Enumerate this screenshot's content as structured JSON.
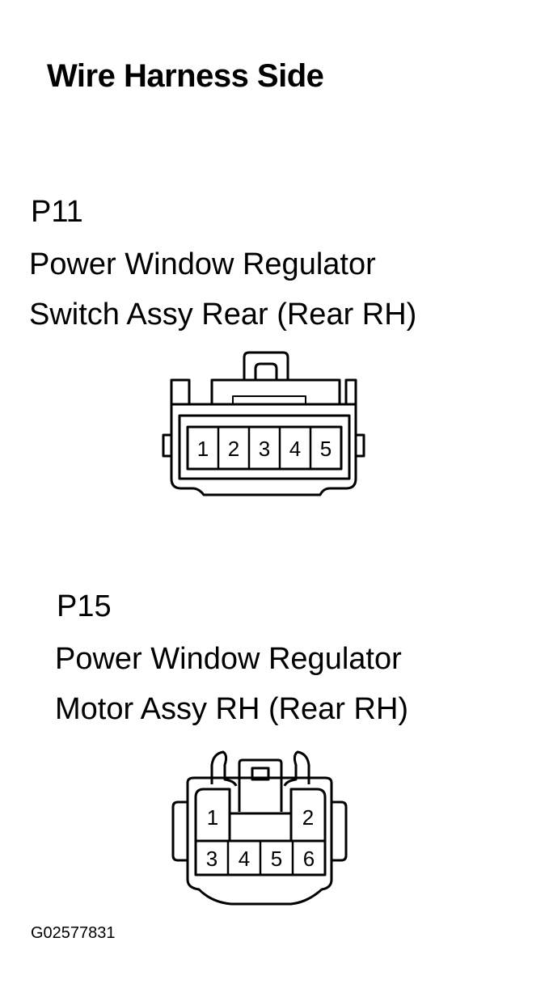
{
  "title": "Wire Harness Side",
  "connectors": [
    {
      "code": "P11",
      "name_line1": "Power Window Regulator",
      "name_line2": "Switch Assy Rear (Rear RH)",
      "pins": [
        "1",
        "2",
        "3",
        "4",
        "5"
      ]
    },
    {
      "code": "P15",
      "name_line1": "Power Window Regulator",
      "name_line2": "Motor Assy RH (Rear RH)",
      "pins": [
        "1",
        "2",
        "3",
        "4",
        "5",
        "6"
      ]
    }
  ],
  "figure_id": "G02577831"
}
